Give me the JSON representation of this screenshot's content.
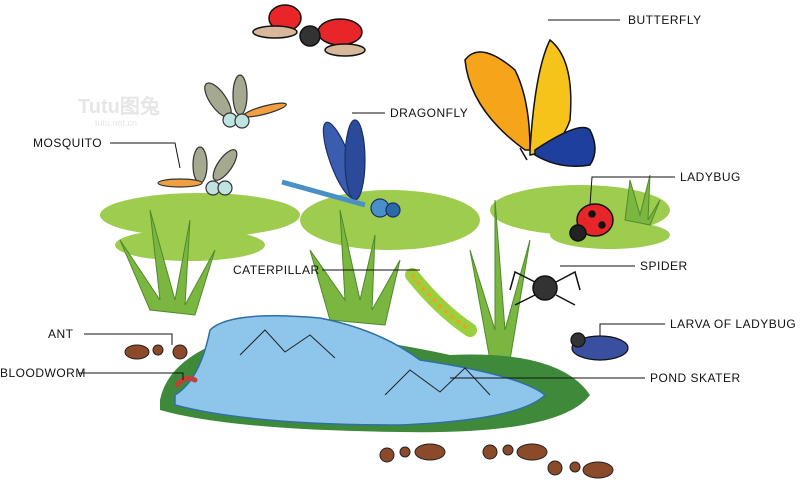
{
  "labels": {
    "butterfly": "BUTTERFLY",
    "dragonfly": "DRAGONFLY",
    "mosquito": "MOSQUITO",
    "ladybug": "LADYBUG",
    "spider": "SPIDER",
    "caterpillar": "CATERPILLAR",
    "ant": "ANT",
    "bloodworm": "BLOODWORM",
    "larva": "LARVA OF LADYBUG",
    "pond_skater": "POND SKATER"
  },
  "watermark": {
    "brand": "Tutu图兔",
    "site": "tutu.net.cn"
  },
  "colors": {
    "grass": "#8dc63f",
    "pond": "#8ec5ea",
    "ground": "#3f8a3a",
    "ladybug": "#e8262a"
  }
}
